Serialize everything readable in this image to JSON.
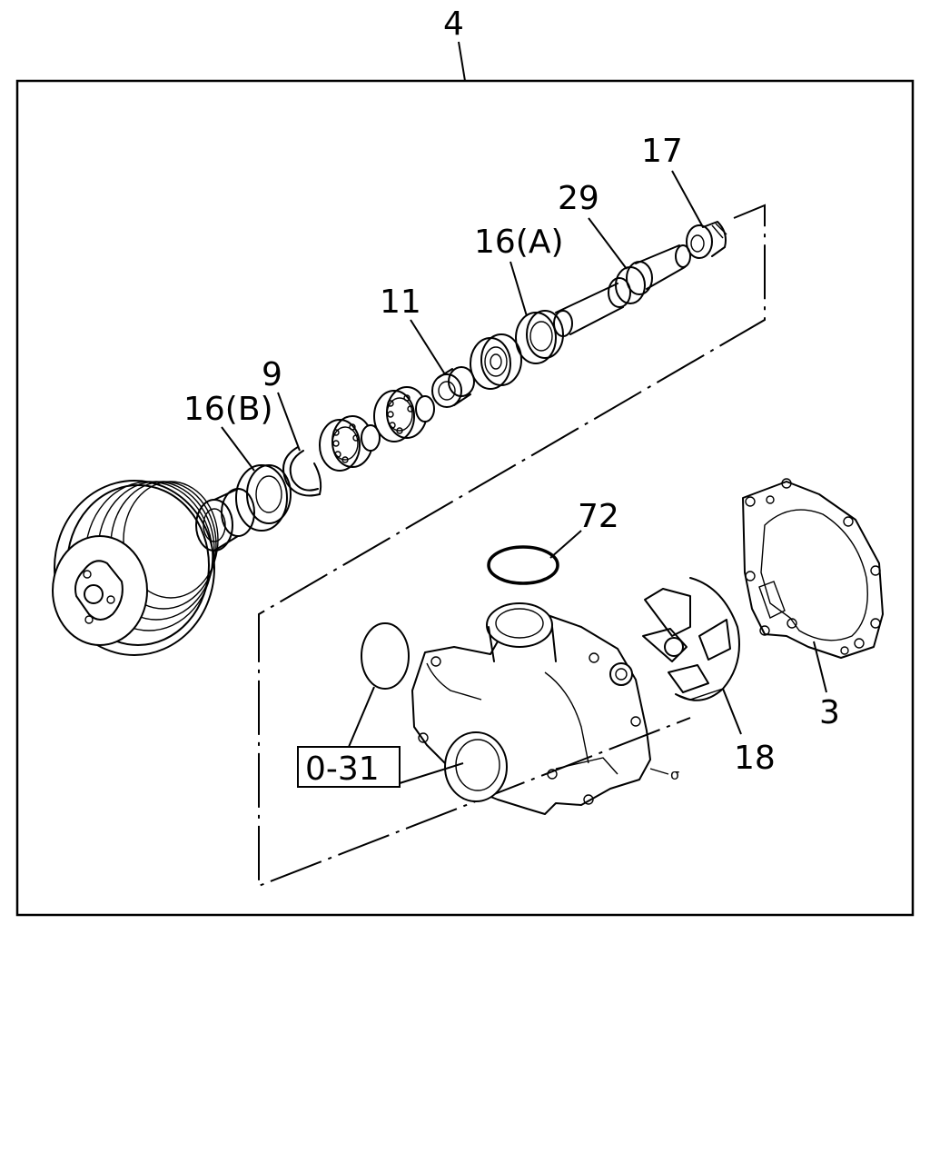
{
  "labels": {
    "assembly": "4",
    "p17": "17",
    "p29": "29",
    "p16a": "16(A)",
    "p11": "11",
    "p9": "9",
    "p16b": "16(B)",
    "p72": "72",
    "p3": "3",
    "p18": "18",
    "ref": "0-31"
  }
}
